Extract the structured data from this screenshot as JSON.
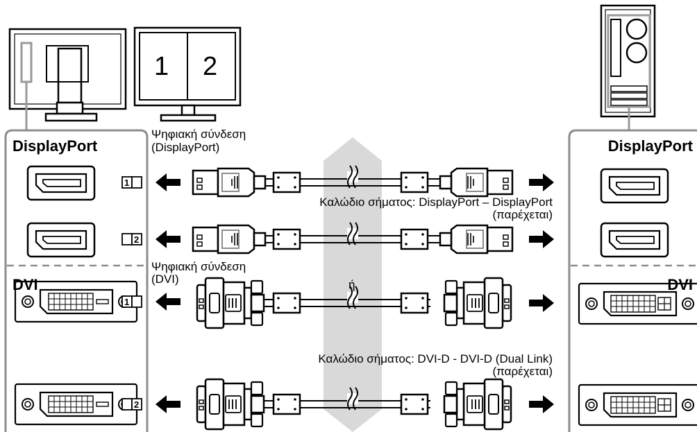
{
  "monitor": {
    "screen_left": "1",
    "screen_right": "2"
  },
  "monitor_panel": {
    "displayport_heading": "DisplayPort",
    "dvi_heading": "DVI",
    "input_1_badge": "1",
    "input_2_badge": "2"
  },
  "pc_panel": {
    "displayport_heading": "DisplayPort",
    "dvi_heading": "DVI"
  },
  "displayport_connection": {
    "title_line1": "Ψηφιακή σύνδεση",
    "title_line2": "(DisplayPort)",
    "cable_label_line1": "Καλώδιο σήματος: DisplayPort – DisplayPort",
    "cable_label_line2": "(παρέχεται)"
  },
  "separator": {
    "or_label": "ή"
  },
  "dvi_connection": {
    "title_line1": "Ψηφιακή σύνδεση",
    "title_line2": "(DVI)",
    "cable_label_line1": "Καλώδιο σήματος: DVI-D - DVI-D (Dual Link)",
    "cable_label_line2": "(παρέχεται)"
  },
  "colors": {
    "outline": "#000000",
    "panel_border": "#8c8c8c",
    "highlight": "#9a9a9a",
    "background_arrow": "#d9d9d9"
  }
}
